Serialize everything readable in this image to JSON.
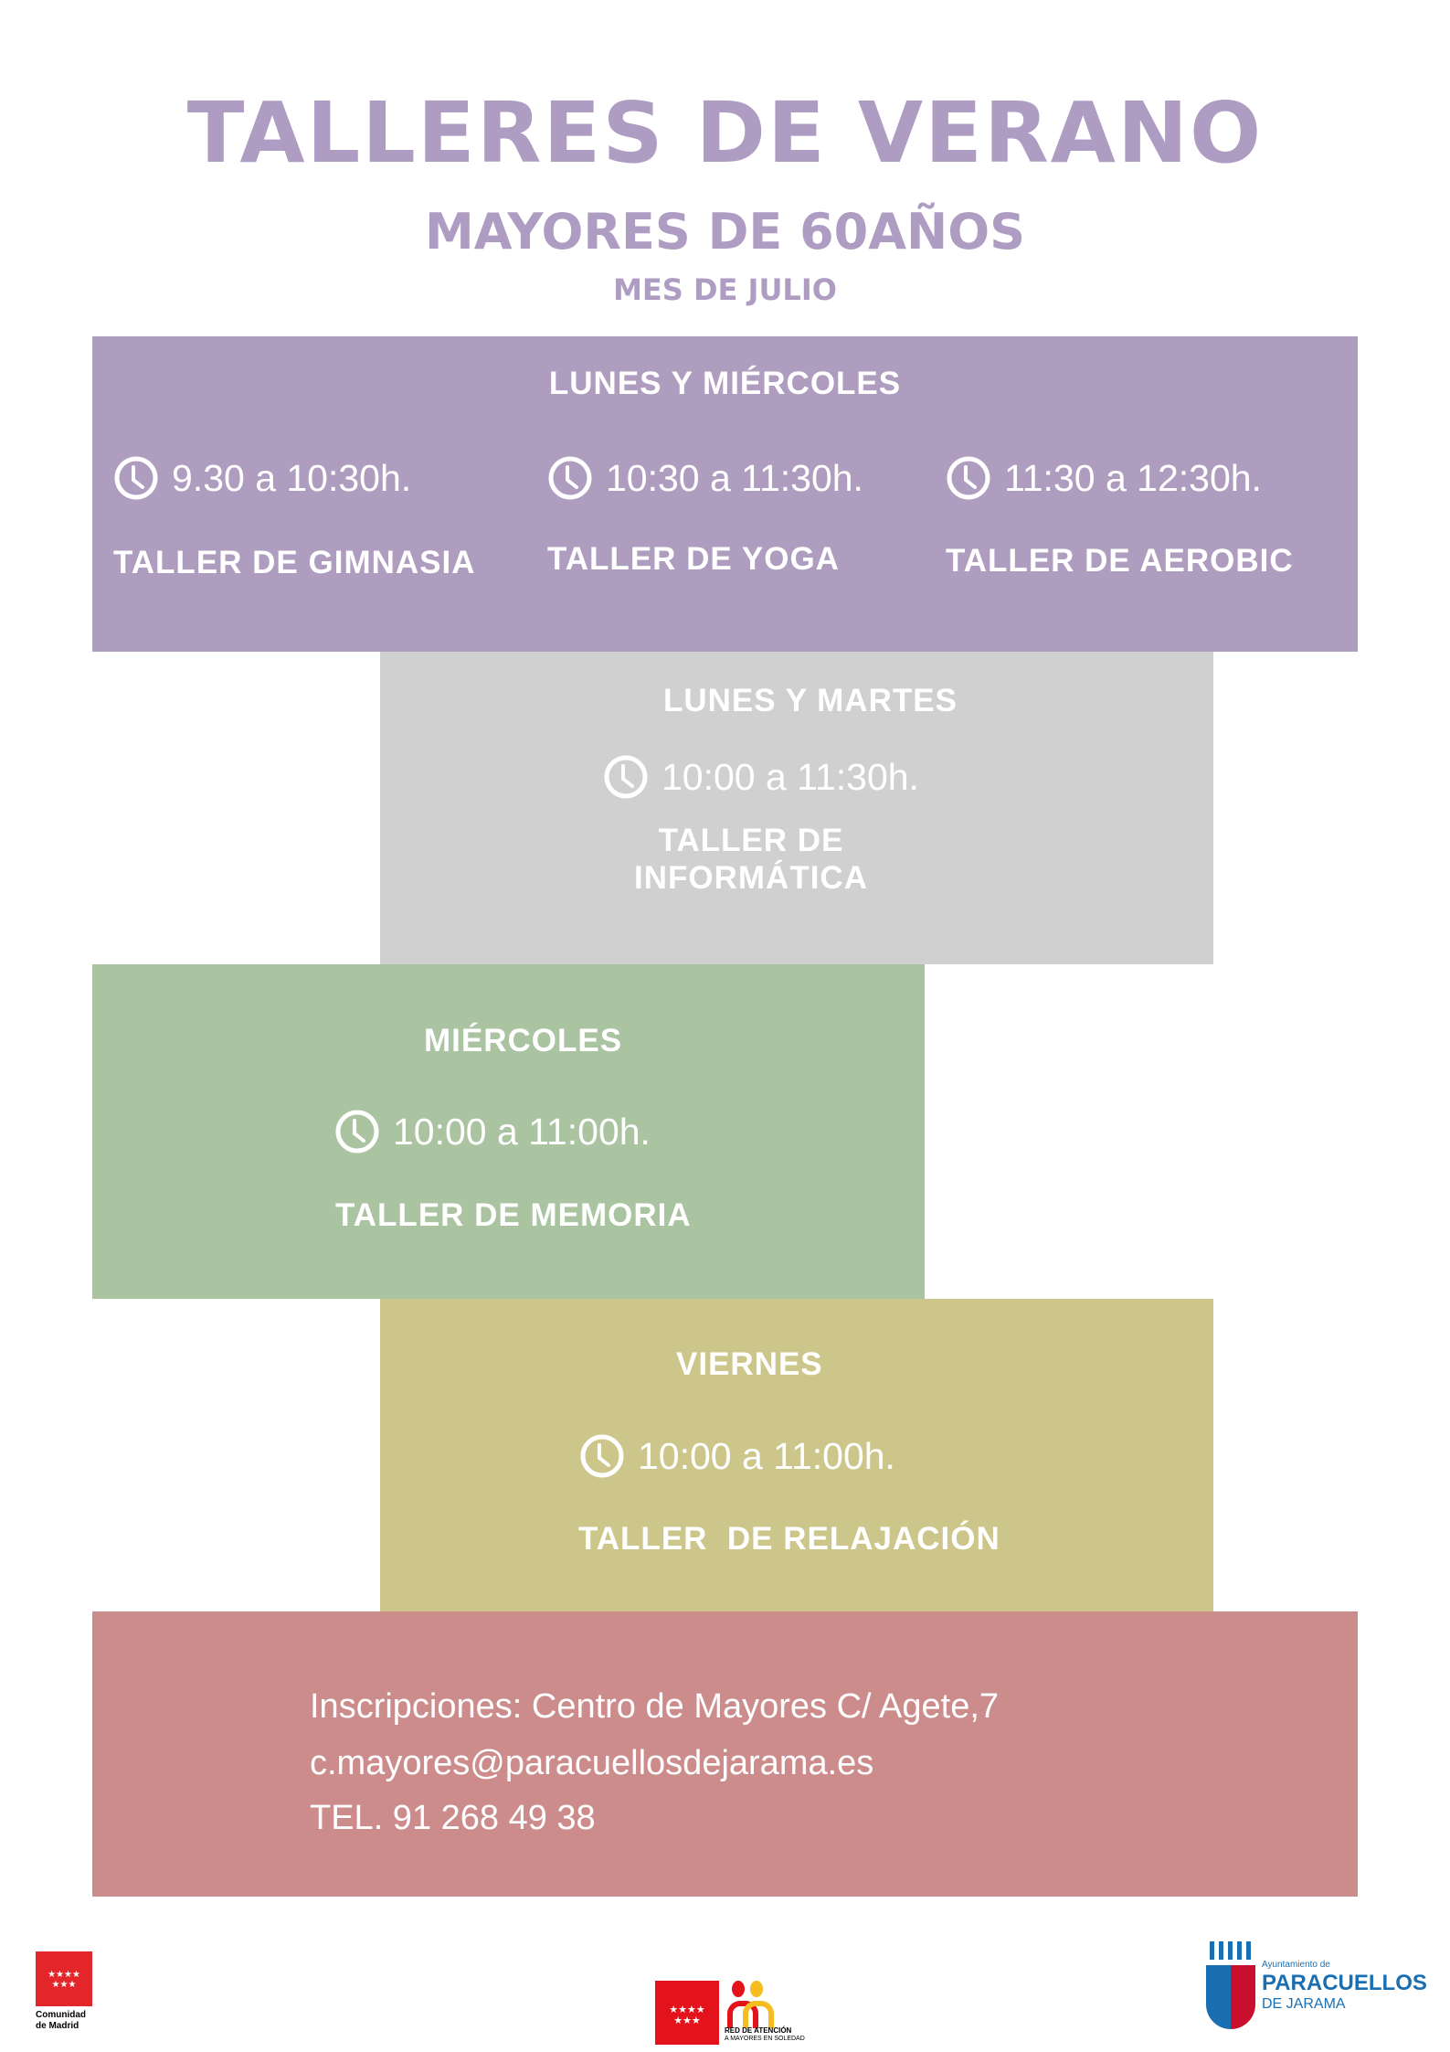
{
  "header": {
    "title": "TALLERES DE VERANO",
    "subtitle": "MAYORES DE 60AÑOS",
    "month": "MES DE JULIO"
  },
  "colors": {
    "title": "#ae9cc2",
    "purple": "#af9dc0",
    "gray": "#d0d0d0",
    "green": "#aac3a0",
    "olive": "#cdc68b",
    "pink": "#cd8c8c"
  },
  "blocks": {
    "lunes_miercoles": {
      "day": "LUNES Y MIÉRCOLES",
      "sessions": [
        {
          "time": "9.30 a 10:30h.",
          "name": "TALLER DE GIMNASIA"
        },
        {
          "time": "10:30 a 11:30h.",
          "name": "TALLER DE YOGA"
        },
        {
          "time": "11:30 a 12:30h.",
          "name": "TALLER DE AEROBIC"
        }
      ]
    },
    "lunes_martes": {
      "day": "LUNES Y MARTES",
      "time": "10:00 a 11:30h.",
      "name_line1": "TALLER DE",
      "name_line2": "INFORMÁTICA"
    },
    "miercoles": {
      "day": "MIÉRCOLES",
      "time": "10:00 a 11:00h.",
      "name": "TALLER DE MEMORIA"
    },
    "viernes": {
      "day": "VIERNES",
      "time": "10:00 a 11:00h.",
      "name": "TALLER  DE RELAJACIÓN"
    }
  },
  "contact": {
    "line1": "Inscripciones: Centro de Mayores C/ Agete,7",
    "email": "c.mayores@paracuellosdejarama.es",
    "phone": "TEL. 91 268 49 38"
  },
  "logos": {
    "madrid": "Comunidad de Madrid",
    "red_line1": "RED DE ATENCIÓN",
    "red_line2": "A MAYORES EN SOLEDAD",
    "ayto_small": "Ayuntamiento de",
    "ayto_big": "PARACUELLOS",
    "ayto_sub": "DE JARAMA"
  }
}
